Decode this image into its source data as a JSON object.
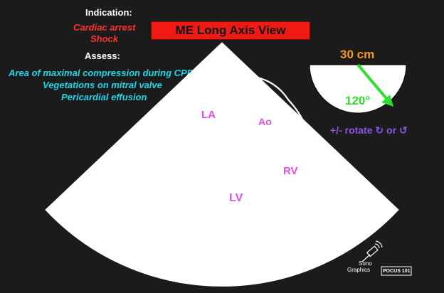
{
  "indication": {
    "label": "Indication:",
    "items": [
      "Cardiac arrest",
      "Shock"
    ]
  },
  "assess": {
    "label": "Assess:",
    "items": [
      "Area of maximal compression during CPR",
      "Vegetations on mitral valve",
      "Pericardial effusion"
    ]
  },
  "view_title": "ME Long Axis View",
  "probe": {
    "depth": "30 cm",
    "angle": "120°",
    "rotate_text": "+/- rotate",
    "rotate_or": "or",
    "rotate_cw_icon": "rotate-clockwise-icon",
    "rotate_ccw_icon": "rotate-counterclockwise-icon"
  },
  "chambers": {
    "la": "LA",
    "ao": "Ao",
    "lv": "LV",
    "rv": "RV"
  },
  "logos": {
    "brand_top": "Sono",
    "brand_bottom": "Graphics",
    "pocus": "POCUS 101"
  },
  "colors": {
    "background": "#1b1b1b",
    "title_bg": "#ef1a14",
    "indication": "#ff3030",
    "assess": "#1fd6e6",
    "depth": "#f39a1e",
    "angle": "#2ee02e",
    "rotate": "#8a55e6",
    "chamber_label": "#e64ce6"
  }
}
